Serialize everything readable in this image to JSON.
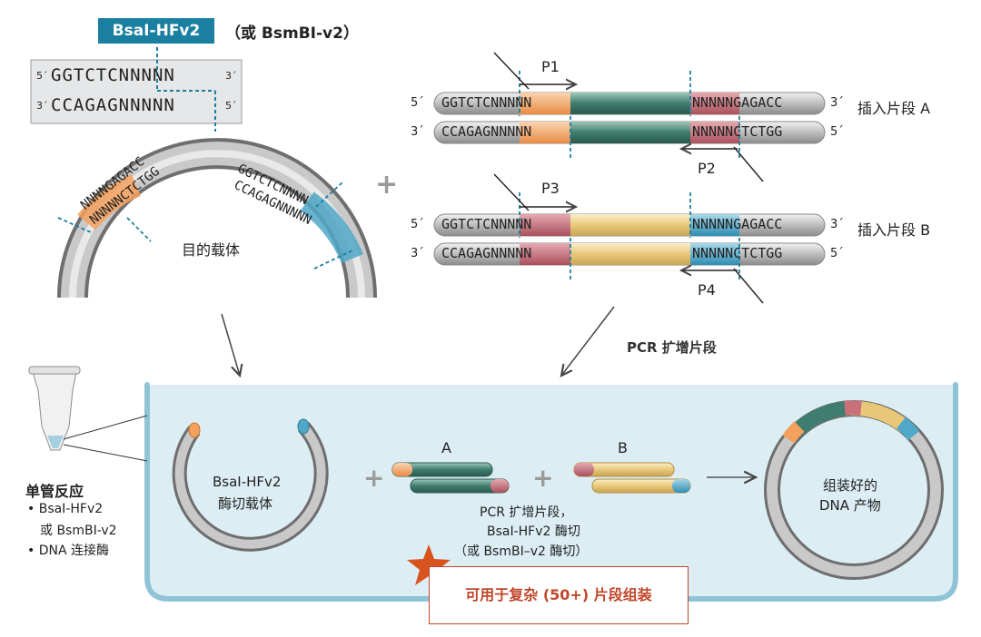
{
  "enzyme_badge": "BsaI-HFv2",
  "enzyme_alt": "（或 BsmBI-v2）",
  "site_top": "GGTCTCNNNNN",
  "site_bottom": "CCAGAGNNNNN",
  "prime5": "5´",
  "prime3": "3´",
  "vector_label": "目的载体",
  "vector_seq_left_top": "NNNNGAGACC",
  "vector_seq_left_bottom": "NNNNNCTCTGG",
  "vector_seq_right_top": "GGTCTCNNNN",
  "vector_seq_right_bottom": "CCAGAGNNNNN",
  "insertA": {
    "top": "GGTCTCNNNNN",
    "top_end": "NNNNNGAGACC",
    "bottom": "CCAGAGNNNNN",
    "bottom_end": "NNNNNCTCTGG",
    "label": "插入片段 A",
    "primer_fwd": "P1",
    "primer_rev": "P2"
  },
  "insertB": {
    "top": "GGTCTCNNNNN",
    "top_end": "NNNNNGAGACC",
    "bottom": "CCAGAGNNNNN",
    "bottom_end": "NNNNNCTCTGG",
    "label": "插入片段 B",
    "primer_fwd": "P3",
    "primer_rev": "P4"
  },
  "plus": "+",
  "pcr_label": "PCR 扩增片段",
  "tube_title": "单管反应",
  "tube_items": [
    "• BsaI-HFv2",
    "或 BsmBI-v2",
    "• DNA 连接酶"
  ],
  "cut_vector_label_1": "BsaI-HFv2",
  "cut_vector_label_2": "酶切载体",
  "fragment_A": "A",
  "fragment_B": "B",
  "pcr_cut_1": "PCR 扩增片段，",
  "pcr_cut_2": "BsaI-HFv2 酶切",
  "pcr_cut_3": "（或 BsmBI–v2 酶切）",
  "product_1": "组装好的",
  "product_2": "DNA 产物",
  "highlight": "可用于复杂 (50+) 片段组装",
  "colors": {
    "enzyme_blue": "#1a7fa0",
    "overhang_orange": "#f4a15e",
    "overhang_blue": "#4fa8c8",
    "overhang_red": "#c9707a",
    "fragment_green": "#3f7d6e",
    "fragment_yellow": "#e8c878",
    "panel": "#dceef4",
    "star": "#d9531e"
  }
}
